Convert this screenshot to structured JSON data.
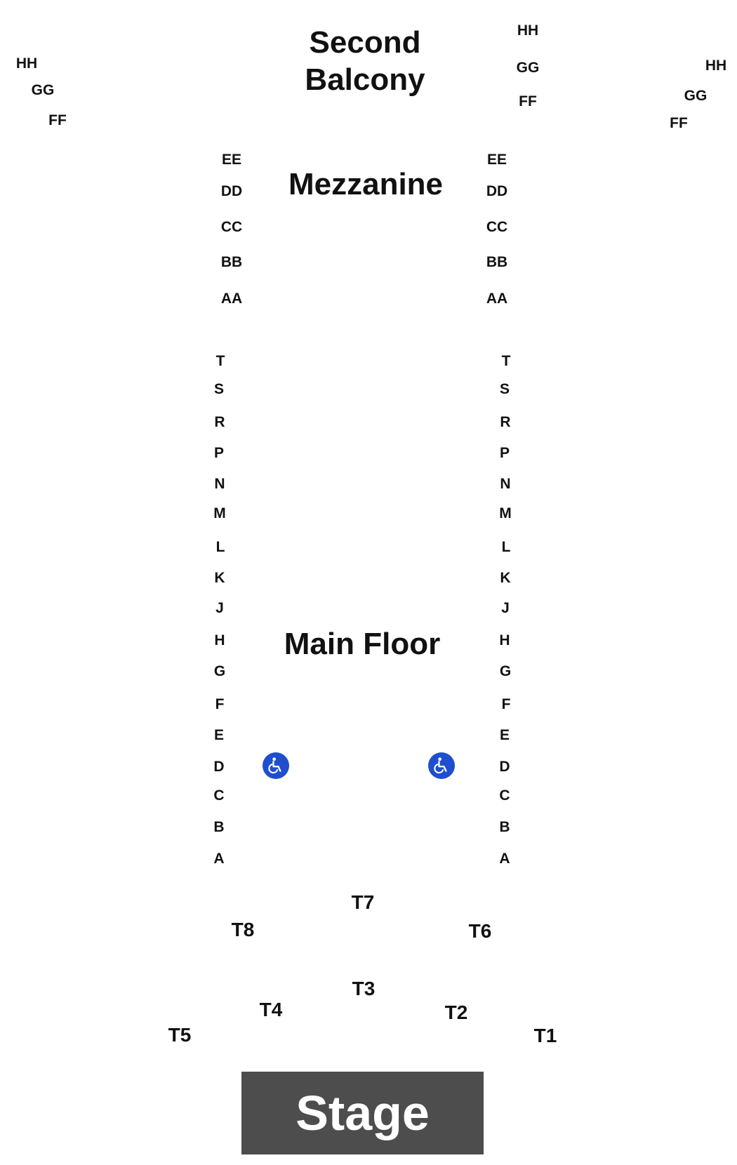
{
  "sections": {
    "second_balcony": "Second\nBalcony",
    "mezzanine": "Mezzanine",
    "main_floor": "Main Floor",
    "stage": "Stage"
  },
  "balcony_rows": {
    "left": [
      "HH",
      "GG",
      "FF"
    ],
    "center": [
      "HH",
      "GG",
      "FF"
    ],
    "right": [
      "HH",
      "GG",
      "FF"
    ]
  },
  "mezzanine_rows": [
    "EE",
    "DD",
    "CC",
    "BB",
    "AA"
  ],
  "main_floor_rows": [
    "T",
    "S",
    "R",
    "P",
    "N",
    "M",
    "L",
    "K",
    "J",
    "H",
    "G",
    "F",
    "E",
    "D",
    "C",
    "B",
    "A"
  ],
  "tables": [
    "T7",
    "T8",
    "T6",
    "T3",
    "T4",
    "T2",
    "T5",
    "T1"
  ],
  "icons": {
    "wheelchair": "wheelchair-accessible-icon"
  },
  "colors": {
    "stage": "#4d4d4d",
    "wheelchair": "#1f4fcf",
    "text": "#111111"
  }
}
